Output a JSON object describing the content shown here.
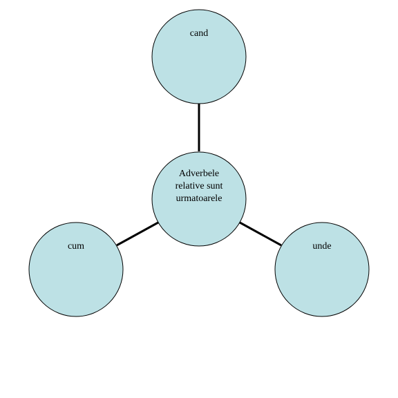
{
  "diagram": {
    "center": {
      "label": "Adverbele relative sunt urmatoarele"
    },
    "top": {
      "label": "cand"
    },
    "left": {
      "label": "cum"
    },
    "right": {
      "label": "unde"
    }
  },
  "colors": {
    "node_fill": "#bde1e5",
    "node_stroke": "#000000",
    "connector": "#000000",
    "background": "#ffffff"
  }
}
